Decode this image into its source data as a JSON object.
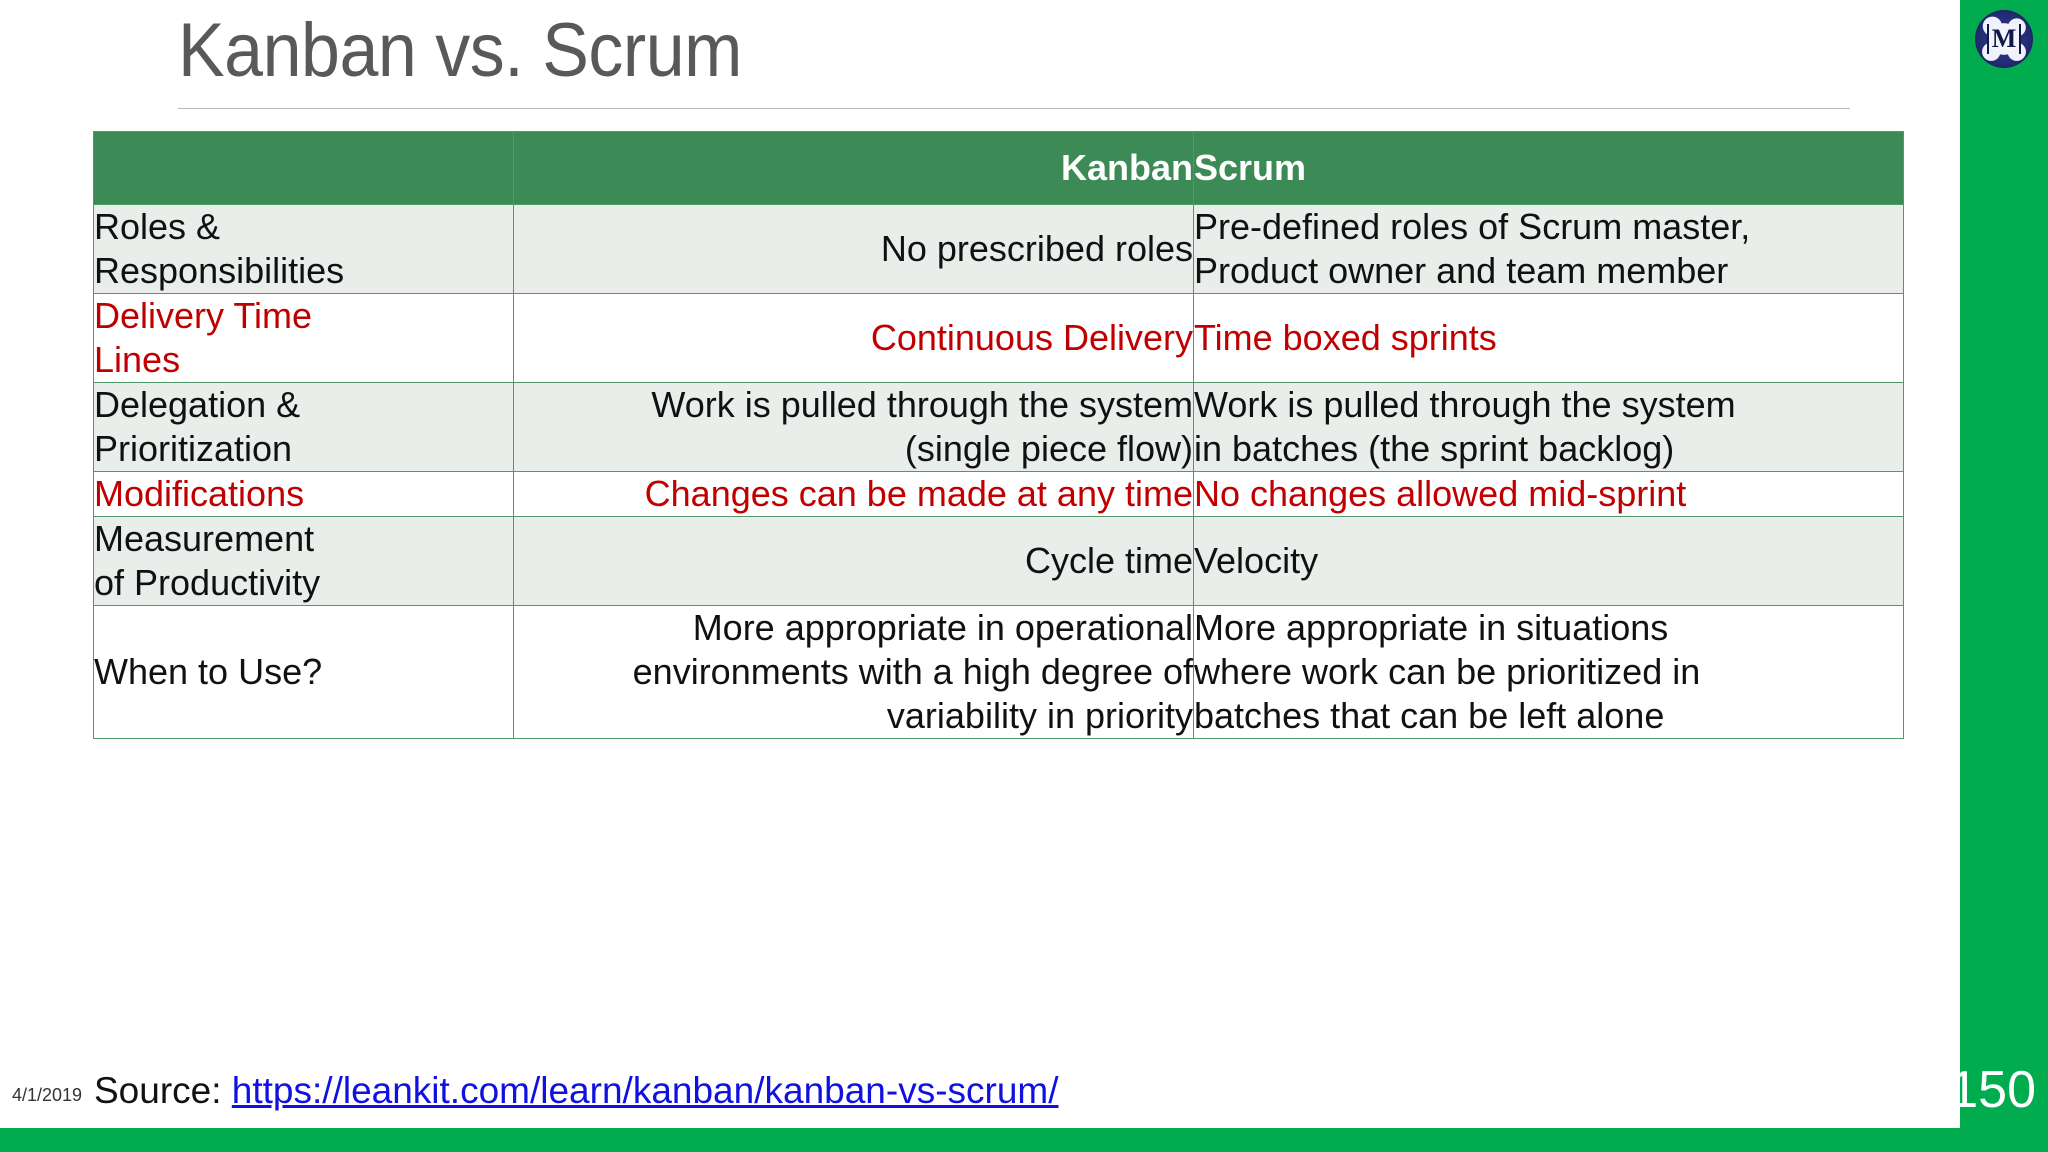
{
  "slide": {
    "title": "Kanban vs. Scrum",
    "page_number": "150",
    "date": "4/1/2019",
    "logo_letter": "M",
    "accent_green": "#00AC4E",
    "table_header_green": "#3C8B57",
    "row_shade": "#E9EEEA",
    "highlight_red": "#C00000",
    "link_blue": "#1010E0",
    "title_gray": "#595959"
  },
  "table": {
    "headers": {
      "label": "",
      "kanban": "Kanban",
      "scrum": "Scrum"
    },
    "rows": [
      {
        "label_line1": "Roles &",
        "label_line2": "Responsibilities",
        "kanban_line1": "No prescribed roles",
        "kanban_line2": "",
        "kanban_line3": "",
        "scrum_line1": "Pre-defined roles of Scrum master,",
        "scrum_line2": "Product owner and team member",
        "scrum_line3": "",
        "emphasis": "normal",
        "shade": "shaded"
      },
      {
        "label_line1": "Delivery Time",
        "label_line2": "Lines",
        "kanban_line1": "Continuous Delivery",
        "kanban_line2": "",
        "kanban_line3": "",
        "scrum_line1": "Time boxed sprints",
        "scrum_line2": "",
        "scrum_line3": "",
        "emphasis": "red",
        "shade": "plain"
      },
      {
        "label_line1": "Delegation &",
        "label_line2": "Prioritization",
        "kanban_line1": "Work is pulled through the system",
        "kanban_line2": "(single piece flow)",
        "kanban_line3": "",
        "scrum_line1": "Work is pulled through the system",
        "scrum_line2": "in batches (the sprint backlog)",
        "scrum_line3": "",
        "emphasis": "normal",
        "shade": "shaded"
      },
      {
        "label_line1": "Modifications",
        "label_line2": "",
        "kanban_line1": "Changes can be made at any time",
        "kanban_line2": "",
        "kanban_line3": "",
        "scrum_line1": "No changes allowed mid-sprint",
        "scrum_line2": "",
        "scrum_line3": "",
        "emphasis": "red",
        "shade": "plain"
      },
      {
        "label_line1": "Measurement",
        "label_line2": "of Productivity",
        "kanban_line1": "Cycle time",
        "kanban_line2": "",
        "kanban_line3": "",
        "scrum_line1": "Velocity",
        "scrum_line2": "",
        "scrum_line3": "",
        "emphasis": "normal",
        "shade": "shaded"
      },
      {
        "label_line1": "When to Use?",
        "label_line2": "",
        "kanban_line1": "More appropriate in operational",
        "kanban_line2": "environments with a high degree of",
        "kanban_line3": "variability in priority",
        "scrum_line1": "More appropriate in situations",
        "scrum_line2": "where work can be prioritized in",
        "scrum_line3": "batches that can be left alone",
        "emphasis": "normal",
        "shade": "plain"
      }
    ]
  },
  "footer": {
    "source_label": "Source:",
    "source_url": "https://leankit.com/learn/kanban/kanban-vs-scrum/"
  }
}
